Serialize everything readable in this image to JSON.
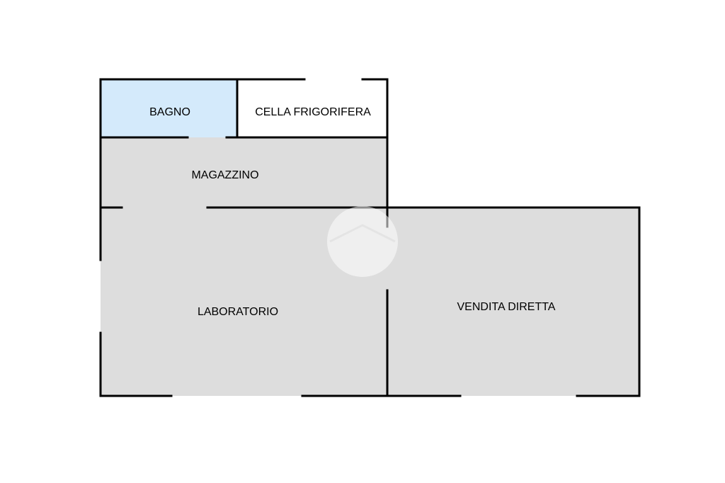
{
  "colors": {
    "background": "#ffffff",
    "room_fill": "#dddddd",
    "bathroom_fill": "#d4eafb",
    "cold_room_fill": "#ffffff",
    "wall": "#000000",
    "watermark": "#ffffff"
  },
  "rooms": {
    "bagno": {
      "label": "BAGNO"
    },
    "cella_frigorifera": {
      "label": "CELLA FRIGORIFERA"
    },
    "magazzino": {
      "label": "MAGAZZINO"
    },
    "laboratorio": {
      "label": "LABORATORIO"
    },
    "vendita_diretta": {
      "label": "VENDITA DIRETTA"
    }
  },
  "watermark": {
    "icon": "house-logo-icon"
  }
}
